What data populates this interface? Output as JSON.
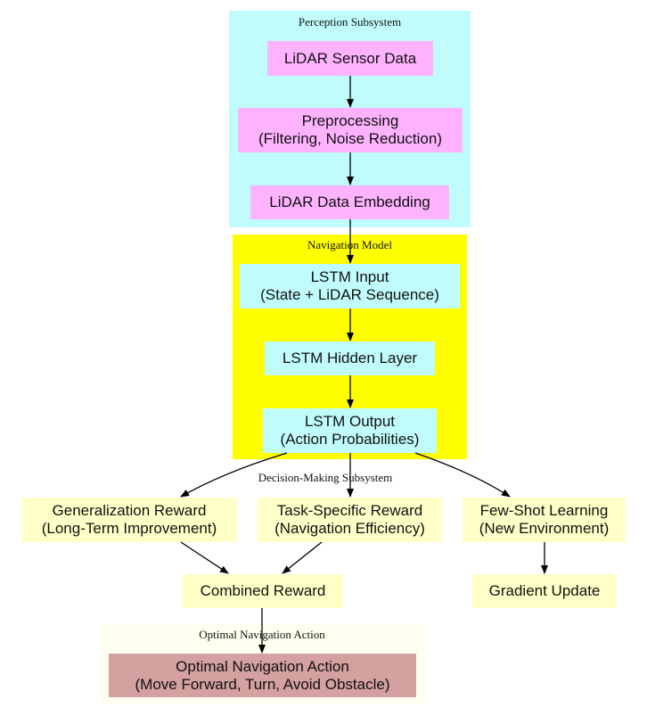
{
  "colors": {
    "perception_bg": "#c1fcfc",
    "navigation_bg": "#ffff00",
    "decision_bg": "#ffffff",
    "action_bg": "#fffff0",
    "pink_node": "#ffb3ff",
    "cyan_node": "#c1fcfc",
    "yellow_node": "#ffffc8",
    "action_node": "#d4a0a0",
    "edge": "#000000"
  },
  "clusters": {
    "perception": {
      "label": "Perception Subsystem"
    },
    "navigation": {
      "label": "Navigation Model"
    },
    "decision": {
      "label": "Decision-Making Subsystem"
    },
    "action": {
      "label": "Optimal Navigation Action"
    }
  },
  "nodes": {
    "lidar_sensor": {
      "lines": [
        "LiDAR Sensor Data"
      ]
    },
    "preprocessing": {
      "lines": [
        "Preprocessing",
        "(Filtering, Noise Reduction)"
      ]
    },
    "lidar_embedding": {
      "lines": [
        "LiDAR Data Embedding"
      ]
    },
    "lstm_input": {
      "lines": [
        "LSTM Input",
        "(State + LiDAR Sequence)"
      ]
    },
    "lstm_hidden": {
      "lines": [
        "LSTM Hidden Layer"
      ]
    },
    "lstm_output": {
      "lines": [
        "LSTM Output",
        "(Action Probabilities)"
      ]
    },
    "generalization_reward": {
      "lines": [
        "Generalization Reward",
        "(Long-Term Improvement)"
      ]
    },
    "task_reward": {
      "lines": [
        "Task-Specific Reward",
        "(Navigation Efficiency)"
      ]
    },
    "few_shot": {
      "lines": [
        "Few-Shot Learning",
        "(New Environment)"
      ]
    },
    "combined_reward": {
      "lines": [
        "Combined Reward"
      ]
    },
    "gradient_update": {
      "lines": [
        "Gradient Update"
      ]
    },
    "optimal_action": {
      "lines": [
        "Optimal Navigation Action",
        "(Move Forward, Turn, Avoid Obstacle)"
      ]
    }
  },
  "edges": [
    {
      "from": "lidar_sensor",
      "to": "preprocessing"
    },
    {
      "from": "preprocessing",
      "to": "lidar_embedding"
    },
    {
      "from": "lidar_embedding",
      "to": "lstm_input"
    },
    {
      "from": "lstm_input",
      "to": "lstm_hidden"
    },
    {
      "from": "lstm_hidden",
      "to": "lstm_output"
    },
    {
      "from": "lstm_output",
      "to": "generalization_reward"
    },
    {
      "from": "lstm_output",
      "to": "task_reward"
    },
    {
      "from": "lstm_output",
      "to": "few_shot"
    },
    {
      "from": "generalization_reward",
      "to": "combined_reward"
    },
    {
      "from": "task_reward",
      "to": "combined_reward"
    },
    {
      "from": "few_shot",
      "to": "gradient_update"
    },
    {
      "from": "combined_reward",
      "to": "optimal_action"
    }
  ]
}
